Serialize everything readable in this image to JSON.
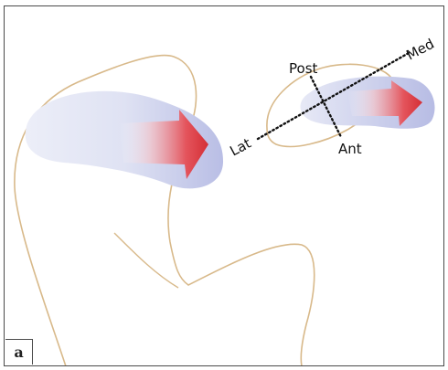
{
  "figure": {
    "panel_label": "a",
    "labels": {
      "post": "Post",
      "ant": "Ant",
      "lat": "Lat",
      "med": "Med"
    }
  },
  "colors": {
    "bone_outline": "#d8b98a",
    "articular_surface": "#c7cbe8",
    "arrow_light": "#f5d6da",
    "arrow_strong": "#d9343b",
    "axis_dots": "#111111",
    "frame": "#4a4a4a"
  },
  "icons": {
    "left_arrow": "red-gradient-arrow",
    "right_arrow": "red-gradient-arrow"
  }
}
